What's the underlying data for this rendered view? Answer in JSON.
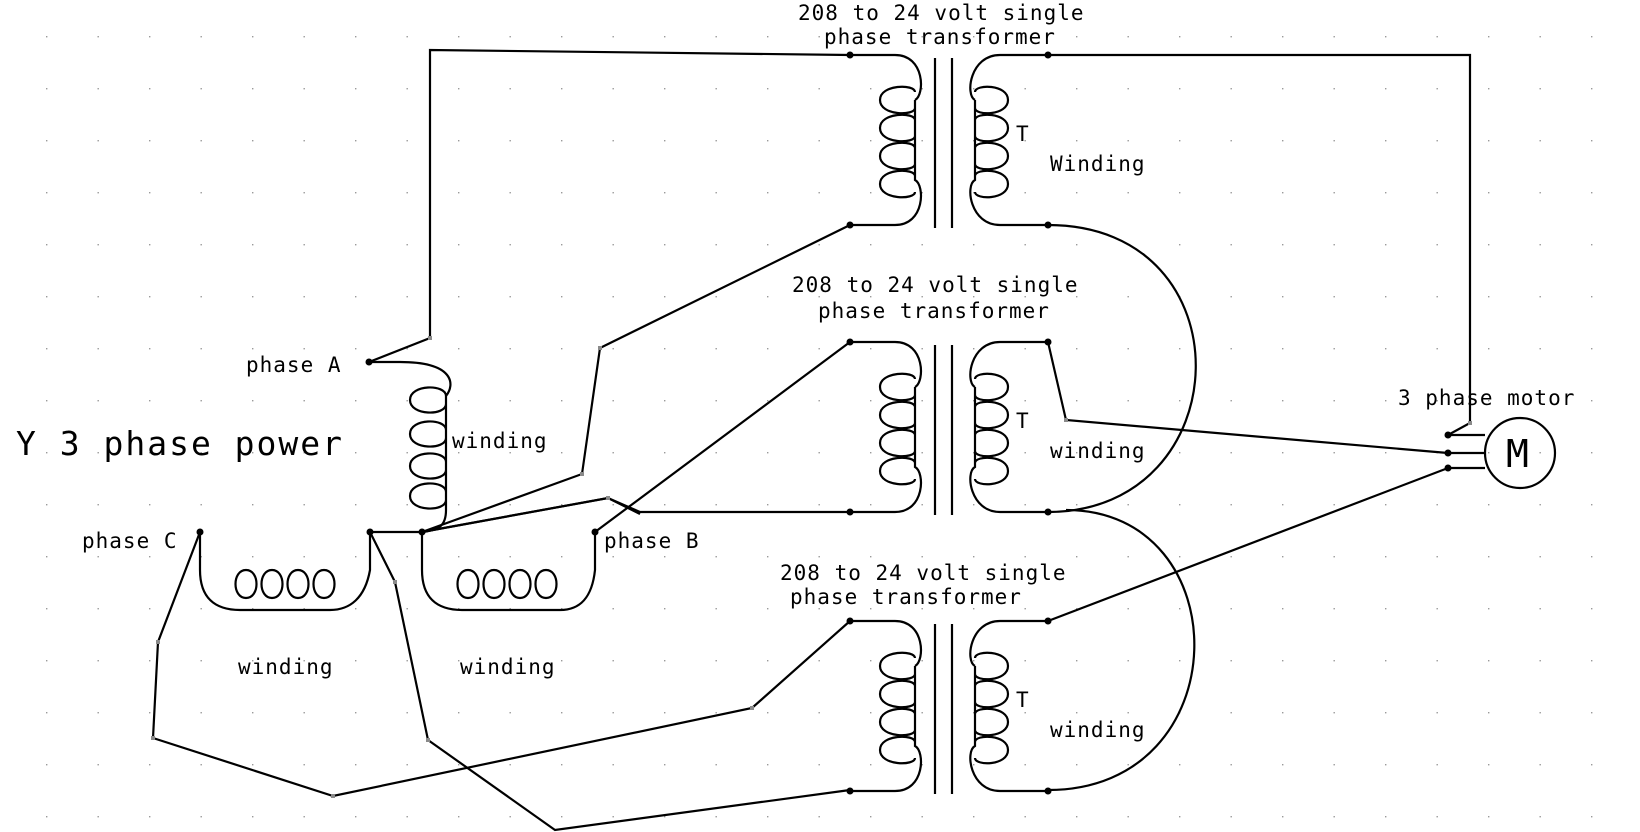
{
  "title": "Y 3 phase power",
  "source": {
    "phases": [
      {
        "id": "A",
        "label": "phase A"
      },
      {
        "id": "B",
        "label": "phase B"
      },
      {
        "id": "C",
        "label": "phase C"
      }
    ],
    "winding_label": "winding"
  },
  "transformers": [
    {
      "id": "top",
      "title_line1": "208 to 24 volt single",
      "title_line2": "phase transformer",
      "tap_label": "T",
      "secondary_label": "Winding"
    },
    {
      "id": "middle",
      "title_line1": "208 to 24 volt single",
      "title_line2": "phase transformer",
      "tap_label": "T",
      "secondary_label": "winding"
    },
    {
      "id": "bottom",
      "title_line1": "208 to 24 volt single",
      "title_line2": "phase transformer",
      "tap_label": "T",
      "secondary_label": "winding"
    }
  ],
  "motor": {
    "label": "3 phase motor",
    "symbol": "M"
  },
  "colors": {
    "ink": "#000000",
    "grid": "#9a9a9a",
    "background": "#ffffff"
  }
}
